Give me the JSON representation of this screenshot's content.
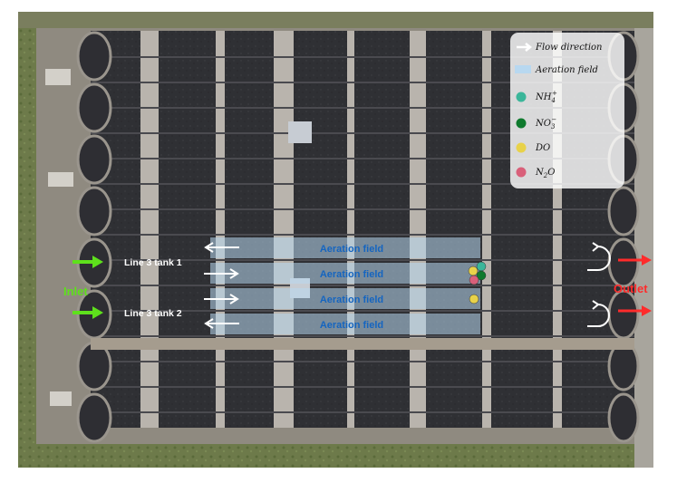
{
  "labels": {
    "inlet": "Inlet",
    "outlet": "Outlet",
    "tank1": "Line 3 tank 1",
    "tank2": "Line 3 tank 2",
    "aeration": [
      "Aeration field",
      "Aeration field",
      "Aeration field",
      "Aeration field"
    ]
  },
  "legend": {
    "flow": "Flow direction",
    "aeration": "Aeration field",
    "nh4": {
      "base": "NH",
      "sub": "4",
      "sup": "+"
    },
    "no3": {
      "base": "NO",
      "sub": "3",
      "sup": "−"
    },
    "do": "DO",
    "n2o": {
      "base": "N",
      "sub": "2",
      "tail": "O"
    }
  },
  "colors": {
    "inlet": "#5ee01c",
    "outlet": "#ff2b2b",
    "aeration": "#b8d8f0",
    "aeration_text": "#1565c0",
    "nh4": "#3bb69a",
    "no3": "#0f7a2e",
    "do": "#e8d24a",
    "n2o": "#d9607a",
    "tank": "#2e2e33",
    "walkway": "#b9b4ad"
  }
}
